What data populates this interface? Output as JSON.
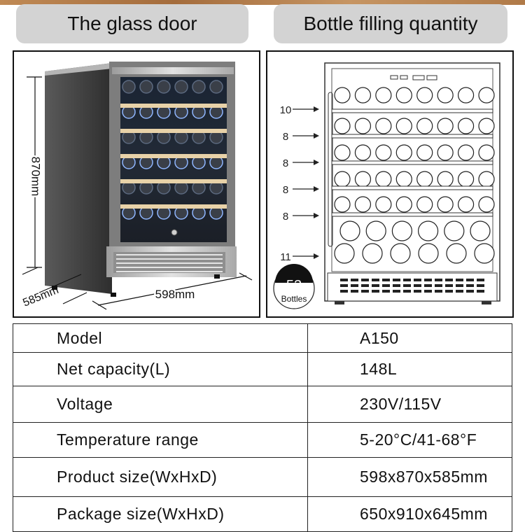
{
  "headers": {
    "left": "The glass door",
    "right": "Bottle filling quantity"
  },
  "product_image": {
    "dim_height": "870mm",
    "dim_width": "598mm",
    "dim_depth": "585mm"
  },
  "bottle_diagram": {
    "shelf_counts": [
      "10",
      "8",
      "8",
      "8",
      "8",
      "11"
    ],
    "total": "53",
    "total_label": "Bottles"
  },
  "specs": [
    {
      "label": "Model",
      "value": "A150"
    },
    {
      "label": "Net capacity(L)",
      "value": "148L"
    },
    {
      "label": "Voltage",
      "value": "230V/115V"
    },
    {
      "label": "Temperature range",
      "value": "5-20°C/41-68°F"
    },
    {
      "label": "Product size(WxHxD)",
      "value": "598x870x585mm"
    },
    {
      "label": "Package size(WxHxD)",
      "value": "650x910x645mm"
    }
  ],
  "colors": {
    "header_bg": "#d3d3d3",
    "cabinet_dark": "#2b2b2b",
    "steel": "#c7c7c7",
    "shelf_wood": "#e8d2a8",
    "led_blue": "#6fa3ff"
  }
}
